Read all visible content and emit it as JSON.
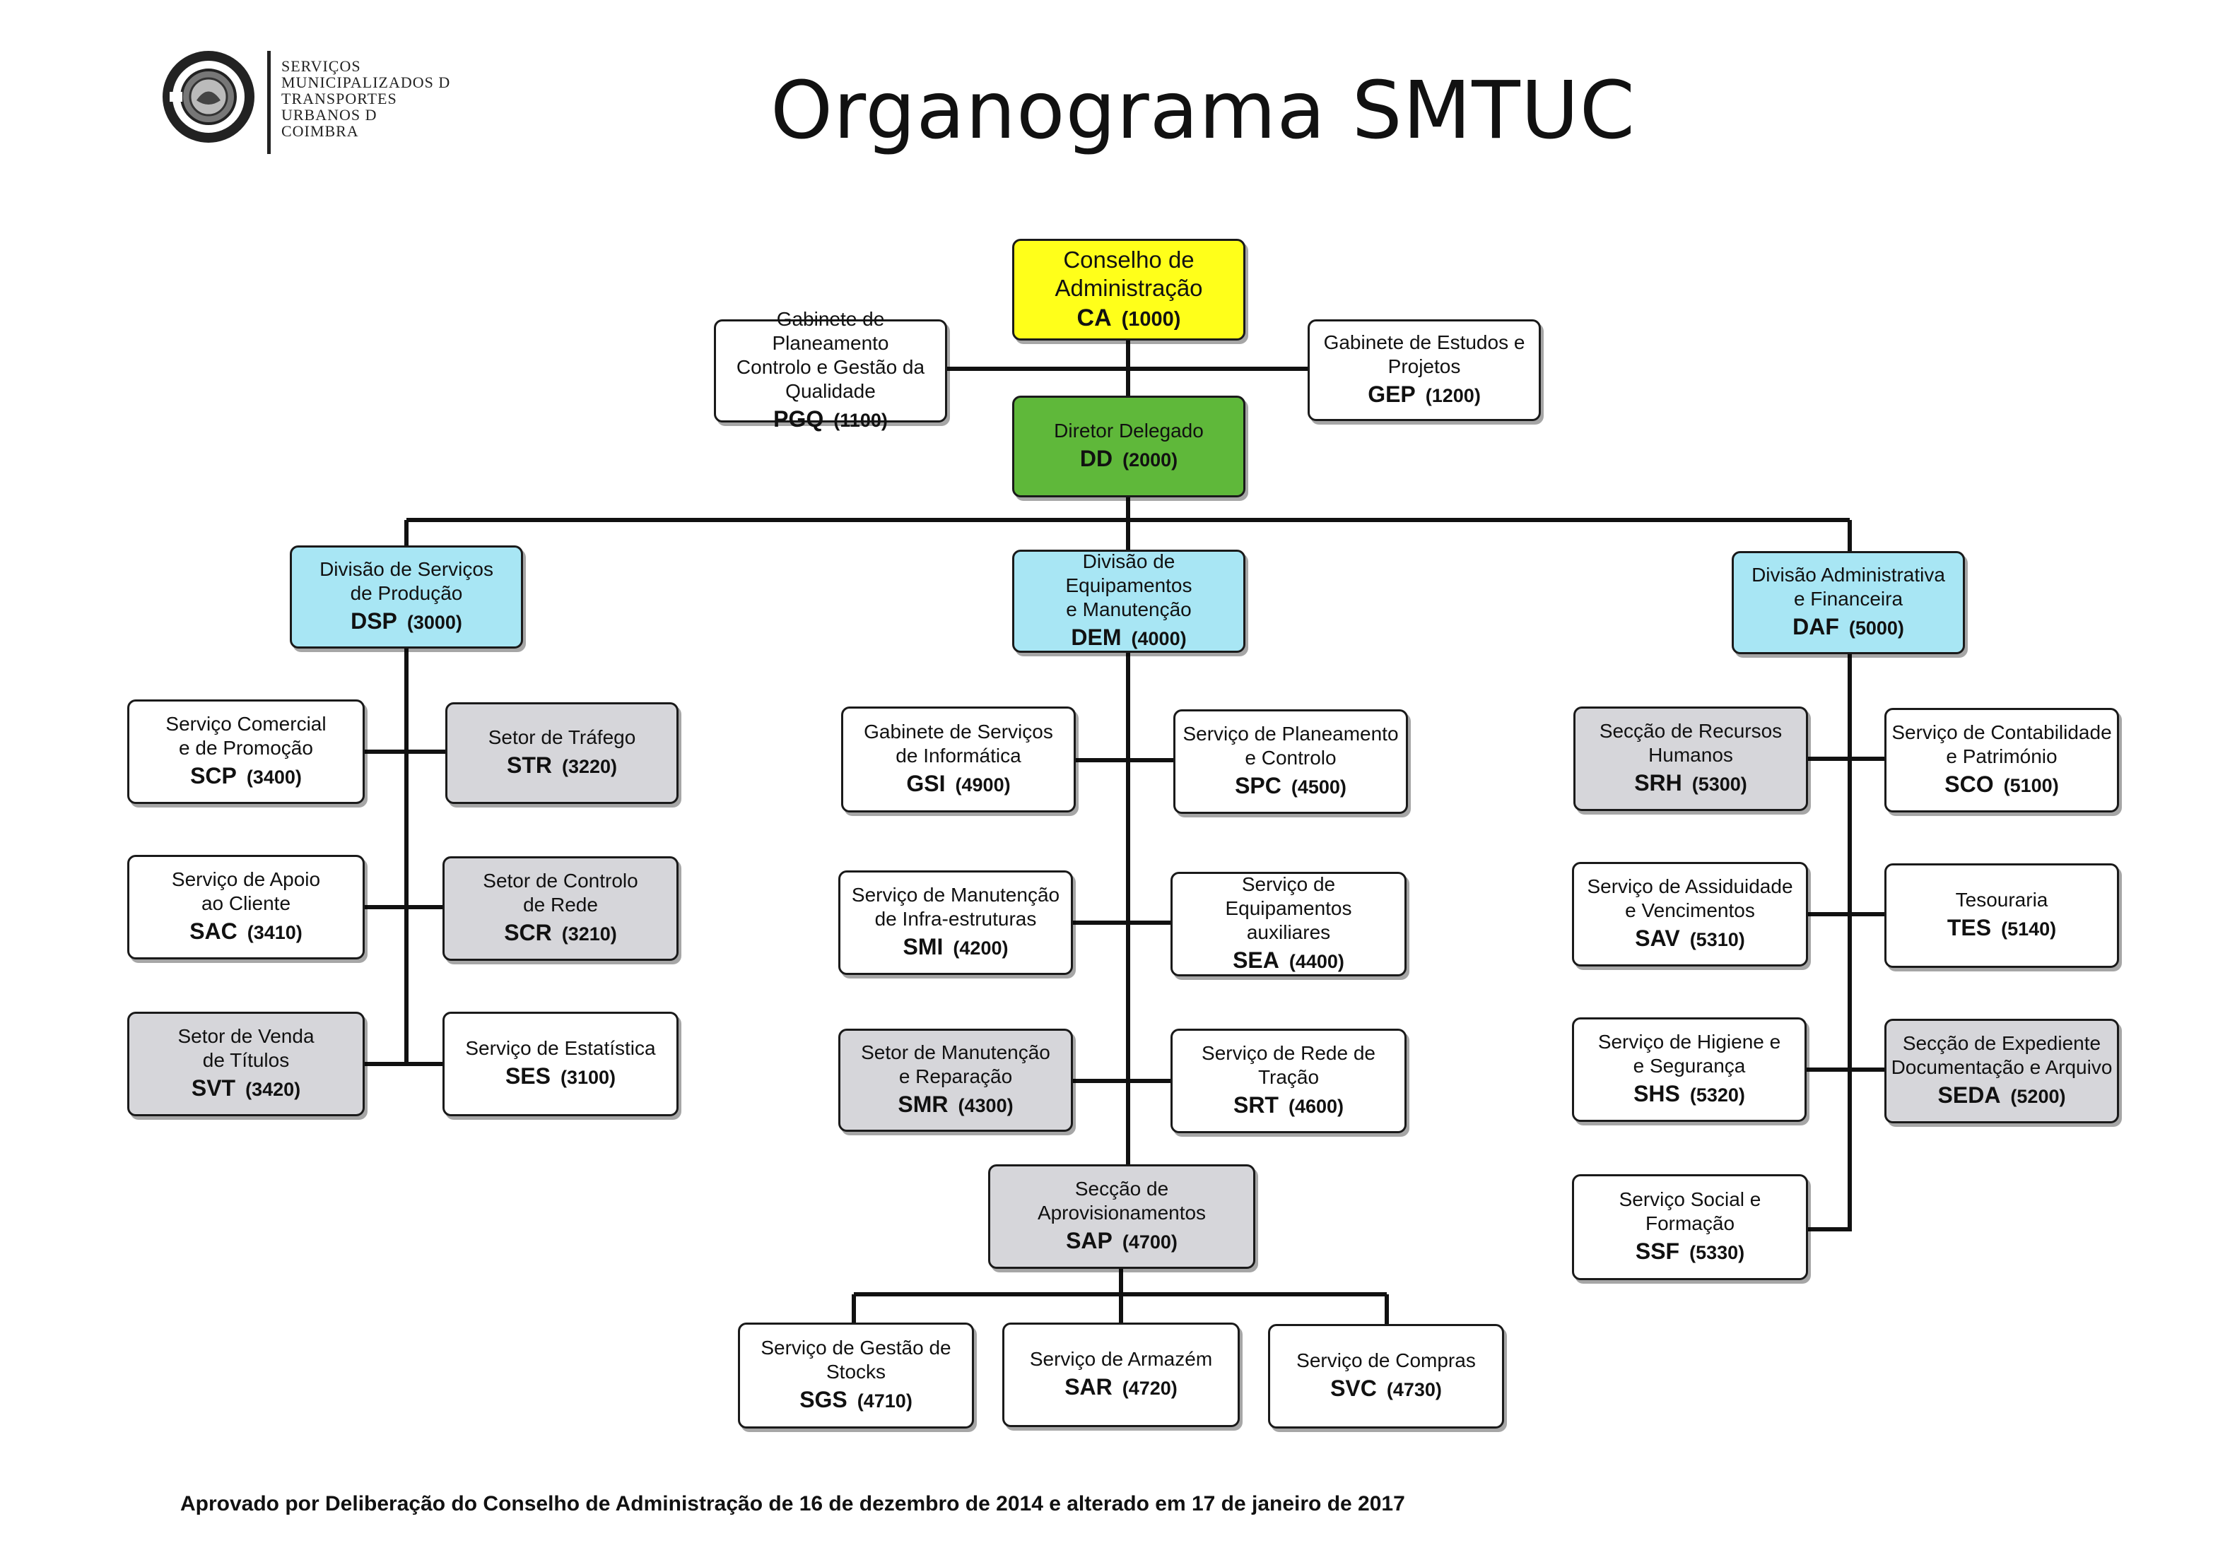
{
  "header": {
    "title": "Organograma SMTUC",
    "logo_text": "SERVIÇOS\nMUNICIPALIZADOS D\nTRANSPORTES\nURBANOS D\nCOIMBRA"
  },
  "footer": {
    "text": "Aprovado por Deliberação do Conselho de Administração de 16 de dezembro de 2014 e alterado em 17 de janeiro de 2017"
  },
  "colors": {
    "board": "#ffff1a",
    "director": "#5fb83a",
    "division": "#a8e6f4",
    "section": "#d6d6da",
    "service": "#ffffff"
  },
  "units": {
    "ca": {
      "name": "Conselho de\nAdministração",
      "code": "CA",
      "num": "(1000)"
    },
    "pgq": {
      "name": "Gabinete de Planeamento\nControlo e Gestão da\nQualidade",
      "code": "PGQ",
      "num": "(1100)"
    },
    "gep": {
      "name": "Gabinete de Estudos e\nProjetos",
      "code": "GEP",
      "num": "(1200)"
    },
    "dd": {
      "name": "Diretor Delegado",
      "code": "DD",
      "num": "(2000)"
    },
    "dsp": {
      "name": "Divisão de Serviços\nde Produção",
      "code": "DSP",
      "num": "(3000)"
    },
    "dem": {
      "name": "Divisão de Equipamentos\ne Manutenção",
      "code": "DEM",
      "num": "(4000)"
    },
    "daf": {
      "name": "Divisão Administrativa\ne Financeira",
      "code": "DAF",
      "num": "(5000)"
    },
    "scp": {
      "name": "Serviço Comercial\ne de Promoção",
      "code": "SCP",
      "num": "(3400)"
    },
    "str": {
      "name": "Setor de Tráfego",
      "code": "STR",
      "num": "(3220)"
    },
    "sac": {
      "name": "Serviço de Apoio\nao Cliente",
      "code": "SAC",
      "num": "(3410)"
    },
    "scr": {
      "name": "Setor de Controlo\nde Rede",
      "code": "SCR",
      "num": "(3210)"
    },
    "svt": {
      "name": "Setor de Venda\nde Títulos",
      "code": "SVT",
      "num": "(3420)"
    },
    "ses": {
      "name": "Serviço de Estatística",
      "code": "SES",
      "num": "(3100)"
    },
    "gsi": {
      "name": "Gabinete de Serviços\nde Informática",
      "code": "GSI",
      "num": "(4900)"
    },
    "spc": {
      "name": "Serviço de Planeamento\ne Controlo",
      "code": "SPC",
      "num": "(4500)"
    },
    "smi": {
      "name": "Serviço de Manutenção\nde Infra-estruturas",
      "code": "SMI",
      "num": "(4200)"
    },
    "sea": {
      "name": "Serviço de Equipamentos\nauxiliares",
      "code": "SEA",
      "num": "(4400)"
    },
    "smr": {
      "name": "Setor de Manutenção\ne Reparação",
      "code": "SMR",
      "num": "(4300)"
    },
    "srt": {
      "name": "Serviço de Rede de\nTração",
      "code": "SRT",
      "num": "(4600)"
    },
    "sap": {
      "name": "Secção de\nAprovisionamentos",
      "code": "SAP",
      "num": "(4700)"
    },
    "sgs": {
      "name": "Serviço de Gestão de\nStocks",
      "code": "SGS",
      "num": "(4710)"
    },
    "sar": {
      "name": "Serviço de Armazém",
      "code": "SAR",
      "num": "(4720)"
    },
    "svc": {
      "name": "Serviço de Compras",
      "code": "SVC",
      "num": "(4730)"
    },
    "srh": {
      "name": "Secção de Recursos\nHumanos",
      "code": "SRH",
      "num": "(5300)"
    },
    "sco": {
      "name": "Serviço de Contabilidade\ne Património",
      "code": "SCO",
      "num": "(5100)"
    },
    "sav": {
      "name": "Serviço de Assiduidade\ne Vencimentos",
      "code": "SAV",
      "num": "(5310)"
    },
    "tes": {
      "name": "Tesouraria",
      "code": "TES",
      "num": "(5140)"
    },
    "shs": {
      "name": "Serviço de Higiene e\ne Segurança",
      "code": "SHS",
      "num": "(5320)"
    },
    "seda": {
      "name": "Secção de Expediente\nDocumentação e Arquivo",
      "code": "SEDA",
      "num": "(5200)"
    },
    "ssf": {
      "name": "Serviço Social e\nFormação",
      "code": "SSF",
      "num": "(5330)"
    }
  }
}
